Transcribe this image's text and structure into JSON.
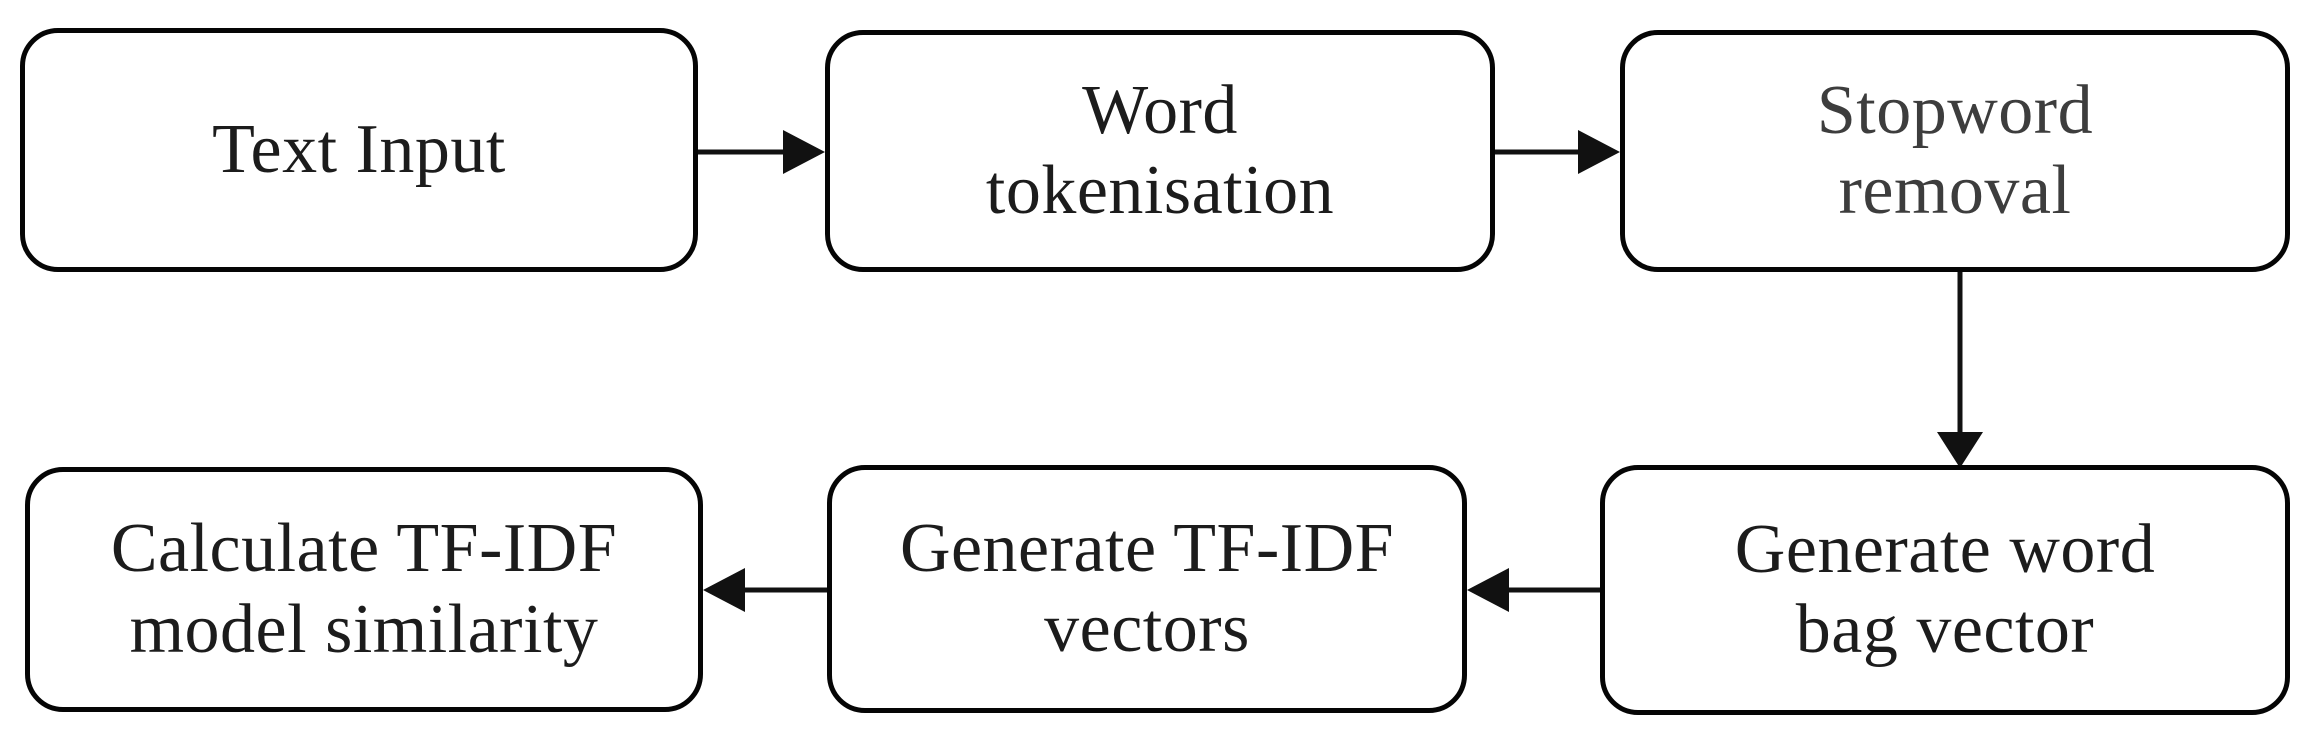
{
  "diagram": {
    "type": "flowchart",
    "nodes": [
      {
        "id": "text-input",
        "label": "Text Input",
        "lines": [
          "Text Input"
        ]
      },
      {
        "id": "word-tokenisation",
        "label": "Word tokenisation",
        "lines": [
          "Word",
          "tokenisation"
        ]
      },
      {
        "id": "stopword-removal",
        "label": "Stopword removal",
        "lines": [
          "Stopword",
          "removal"
        ]
      },
      {
        "id": "generate-word-bag-vector",
        "label": "Generate word bag vector",
        "lines": [
          "Generate word",
          "bag vector"
        ]
      },
      {
        "id": "generate-tfidf-vectors",
        "label": "Generate TF-IDF vectors",
        "lines": [
          "Generate TF-IDF",
          "vectors"
        ]
      },
      {
        "id": "calculate-tfidf-model-similarity",
        "label": "Calculate TF-IDF model similarity",
        "lines": [
          "Calculate TF-IDF",
          "model similarity"
        ]
      }
    ],
    "edges": [
      {
        "from": "text-input",
        "to": "word-tokenisation",
        "direction": "right"
      },
      {
        "from": "word-tokenisation",
        "to": "stopword-removal",
        "direction": "right"
      },
      {
        "from": "stopword-removal",
        "to": "generate-word-bag-vector",
        "direction": "down"
      },
      {
        "from": "generate-word-bag-vector",
        "to": "generate-tfidf-vectors",
        "direction": "left"
      },
      {
        "from": "generate-tfidf-vectors",
        "to": "calculate-tfidf-model-similarity",
        "direction": "left"
      }
    ],
    "colors": {
      "background": "#ffffff",
      "node_fill": "#ffffff",
      "node_border": "#050505",
      "text": "#1c1c1c",
      "text_muted": "#3d3d3d",
      "arrow": "#111111"
    }
  }
}
